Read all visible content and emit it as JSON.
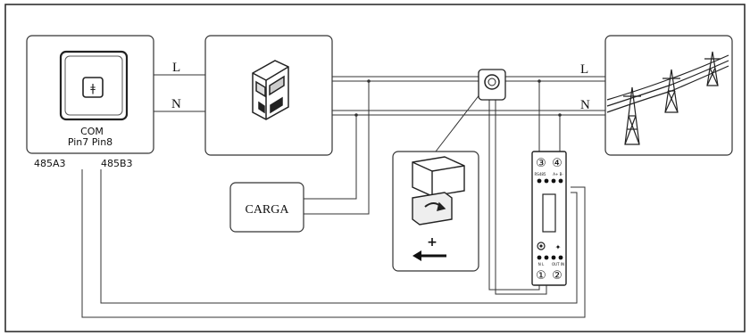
{
  "inverter": {
    "com_label": "COM",
    "pins_label": "Pin7 Pin8",
    "terminal_a": "485A3",
    "terminal_b": "485B3"
  },
  "lines": {
    "left_l": "L",
    "left_n": "N",
    "right_l": "L",
    "right_n": "N"
  },
  "load": {
    "label": "CARGA"
  },
  "ct_detail": {
    "direction_sign": "+"
  },
  "meter": {
    "top_terminal_left": "③",
    "top_terminal_right": "④",
    "top_small_left": "RS485",
    "top_small_right": "A+ B-",
    "bottom_small_left": "N L",
    "bottom_small_right": "OUT IN",
    "bottom_terminal_left": "①",
    "bottom_terminal_right": "②"
  }
}
